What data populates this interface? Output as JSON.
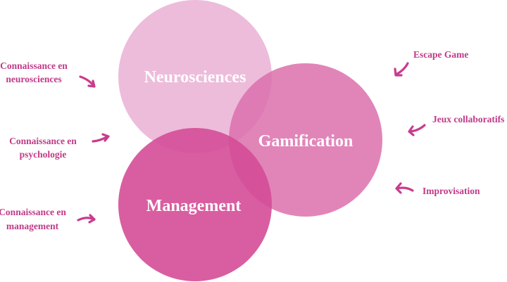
{
  "colors": {
    "neurosciences": "#eab3d6",
    "gamification": "#dc70ad",
    "management": "#d44d97",
    "label_text": "#c03a88",
    "arrow": "#c93c8d"
  },
  "circles": {
    "neurosciences": {
      "label": "Neurosciences"
    },
    "gamification": {
      "label": "Gamification"
    },
    "management": {
      "label": "Management"
    }
  },
  "left_labels": {
    "neurosciences": {
      "line1": "Connaissance en",
      "line2": "neurosciences"
    },
    "psychologie": {
      "line1": "Connaissance en",
      "line2": "psychologie"
    },
    "management": {
      "line1": "Connaissance en",
      "line2": "management"
    }
  },
  "right_labels": {
    "escape_game": "Escape Game",
    "jeux_collaboratifs": "Jeux collaboratifs",
    "improvisation": "Improvisation"
  }
}
